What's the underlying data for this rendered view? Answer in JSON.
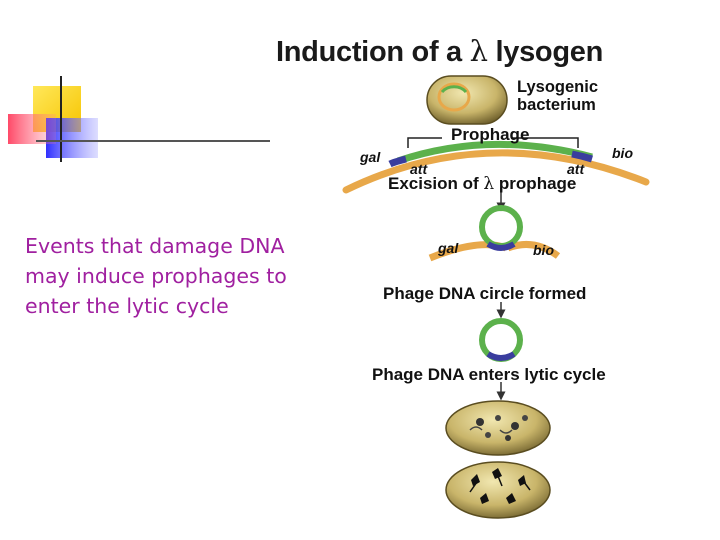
{
  "slide": {
    "title_prefix": "Induction of a ",
    "title_lambda": "λ",
    "title_suffix": " lysogen",
    "body_lines": [
      "Events that damage DNA",
      "may induce prophages to",
      "enter the lytic cycle"
    ]
  },
  "diagram": {
    "lysogenic_label_1": "Lysogenic",
    "lysogenic_label_2": "bacterium",
    "prophage_label": "Prophage",
    "gal_label": "gal",
    "bio_label": "bio",
    "att_label": "att",
    "excision_prefix": "Excision of ",
    "excision_lambda": "λ",
    "excision_suffix": " prophage",
    "circle_formed_label": "Phage DNA circle formed",
    "lytic_label": "Phage DNA enters lytic cycle"
  },
  "colors": {
    "caption": "#a020a0",
    "dna_green": "#5cb14c",
    "dna_orange": "#e8a84a",
    "att_blue": "#3a3d9e",
    "bacterium_tan": "#c9b56a"
  }
}
